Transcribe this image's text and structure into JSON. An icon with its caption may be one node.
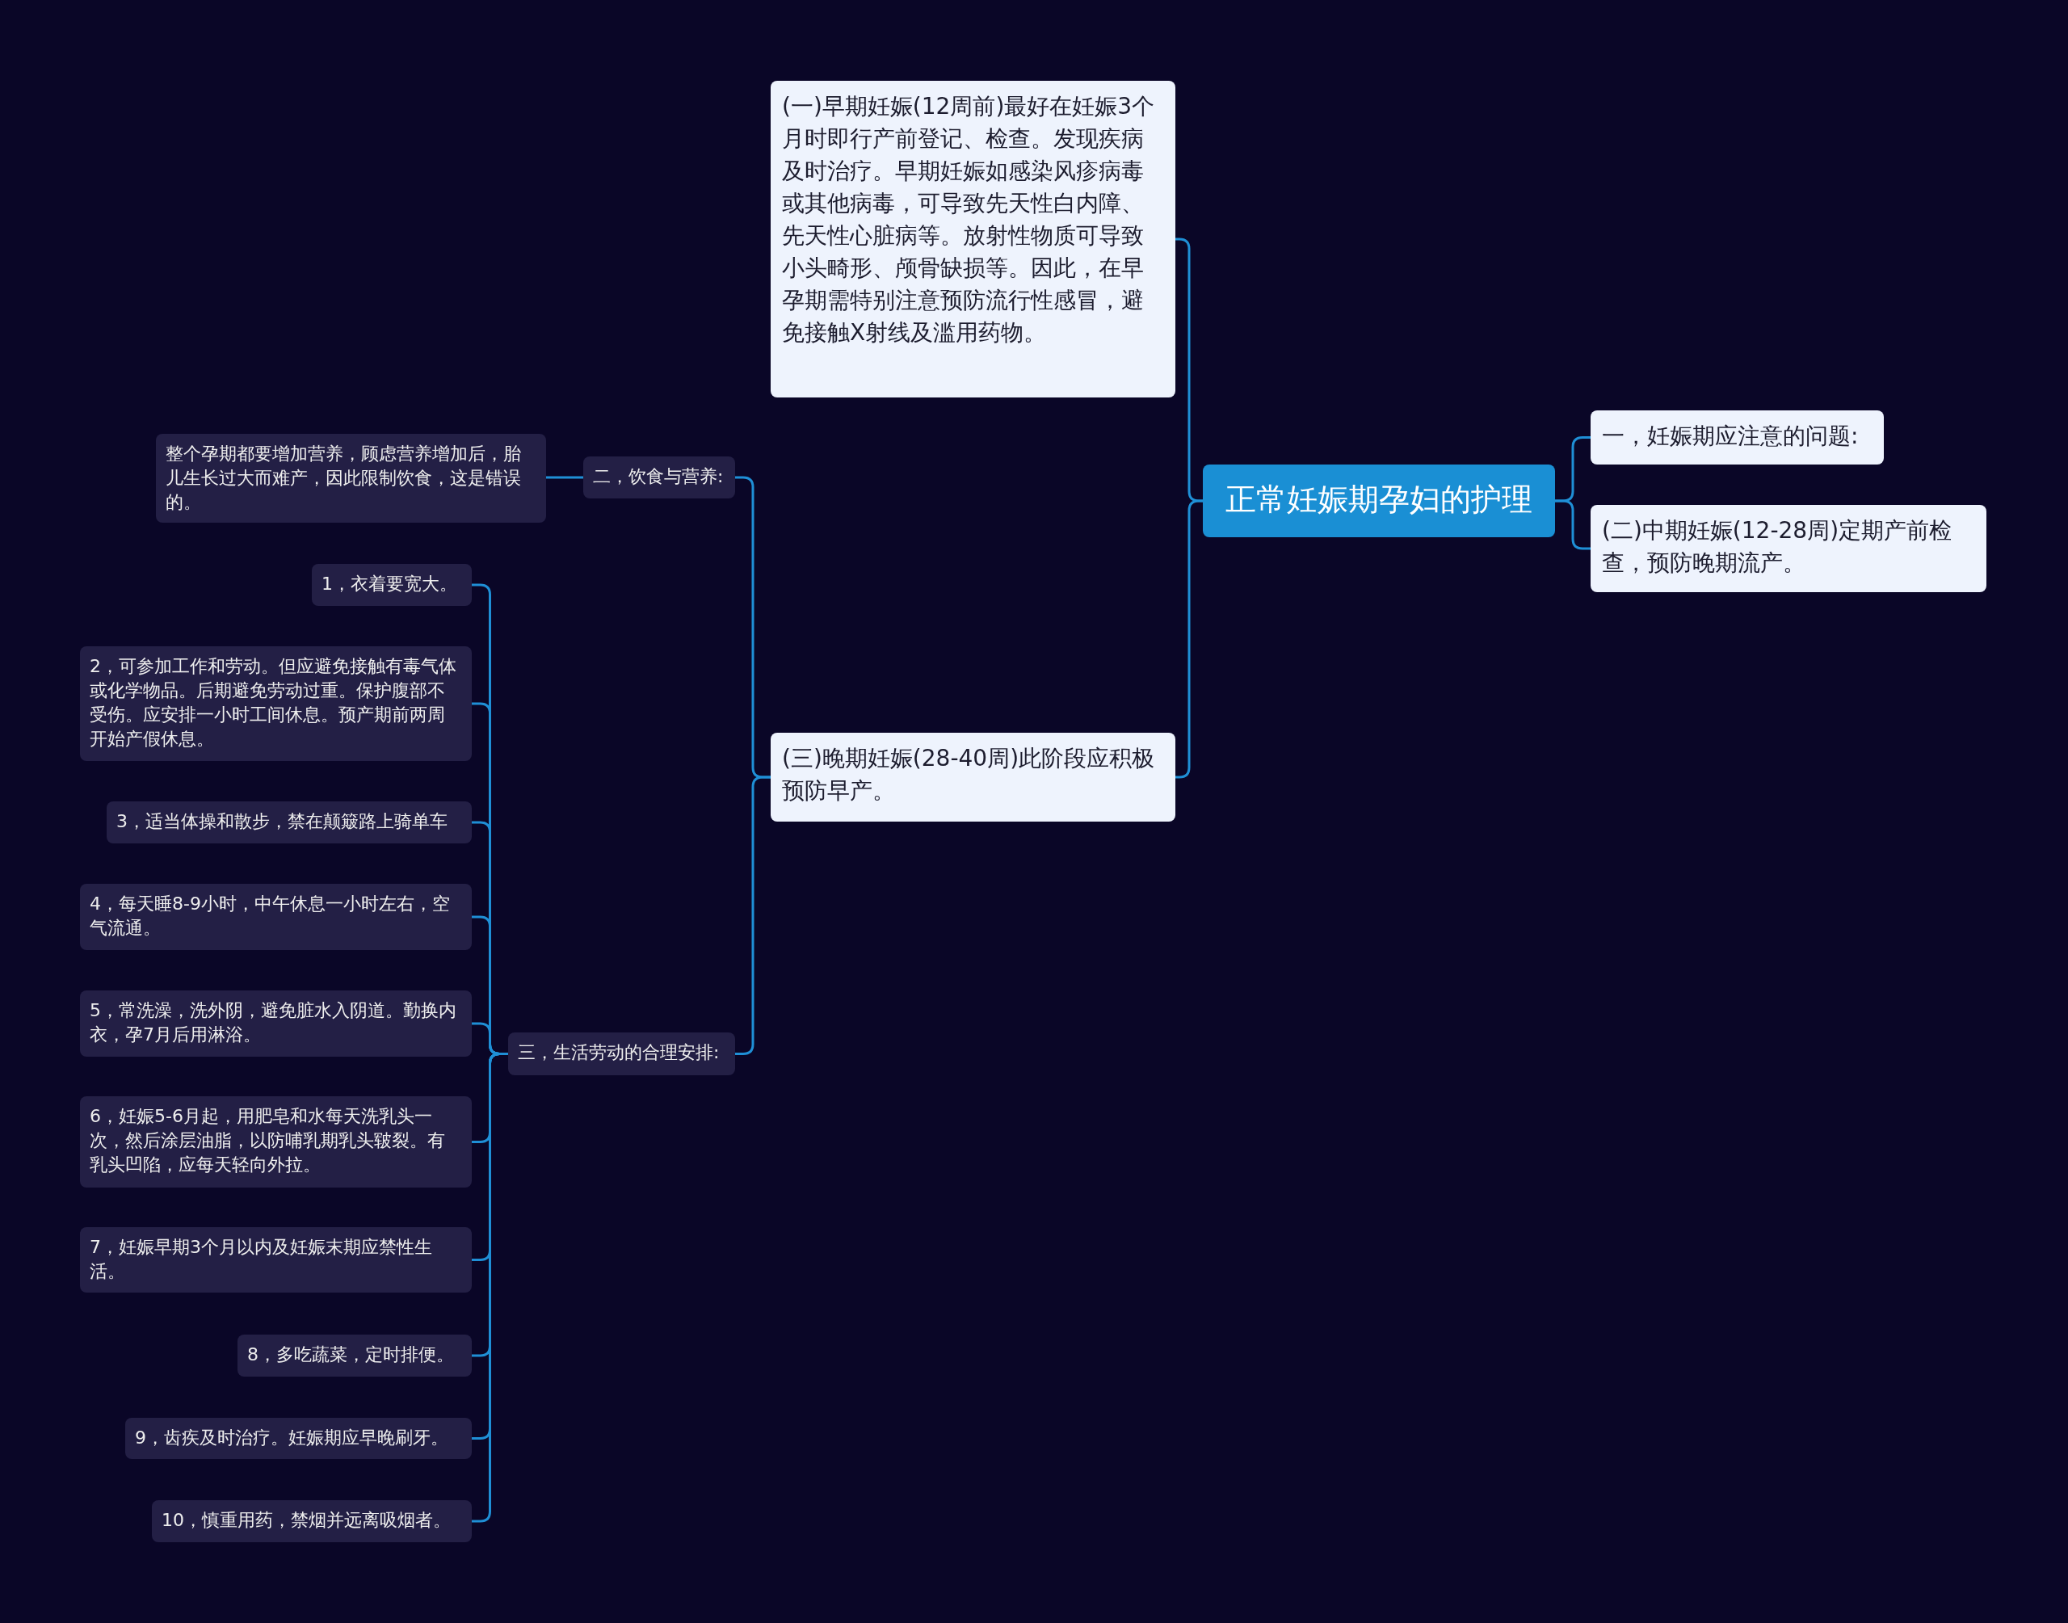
{
  "diagram": {
    "nodes": [
      {
        "text": [
          "正常妊娠期孕妇的护理"
        ]
      },
      {
        "text": [
          "(一)早期妊娠(12周前)最好在妊娠3个月时即行产前登记、检查。发现疾病及时治疗。早期妊娠如感染风疹病毒或其他病毒，可导致先天性白内障、先天性心脏病等。放射性物质可导致小头畸形、颅骨缺损等。因此，在早孕期需特别注意预防流行性感冒，避免接触X射线及滥用药物。"
        ]
      },
      {
        "text": [
          "一，妊娠期应注意的问题:"
        ]
      },
      {
        "text": [
          "(二)中期妊娠(12-28周)定期产前检查，预防晚期流产。"
        ]
      },
      {
        "text": [
          "(三)晚期妊娠(28-40周)此阶段应积极预防早产。"
        ]
      },
      {
        "text": [
          "二，饮食与营养:"
        ]
      },
      {
        "text": [
          "整个孕期都要增加营养，顾虑营养增加后，胎儿生长过大而难产，因此限制饮食，这是错误的。"
        ]
      },
      {
        "text": [
          "三，生活劳动的合理安排:"
        ]
      },
      {
        "text": [
          "1，衣着要宽大。"
        ]
      },
      {
        "text": [
          "2，可参加工作和劳动。但应避免接触有毒气体或化学物品。后期避免劳动过重。保护腹部不受伤。应安排一小时工间休息。预产期前两周开始产假休息。"
        ]
      },
      {
        "text": [
          "3，适当体操和散步，禁在颠簸路上骑单车"
        ]
      },
      {
        "text": [
          "4，每天睡8-9小时，中午休息一小时左右，空气流通。"
        ]
      },
      {
        "text": [
          "5，常洗澡，洗外阴，避免脏水入阴道。勤换内衣，孕7月后用淋浴。"
        ]
      },
      {
        "text": [
          "6，妊娠5-6月起，用肥皂和水每天洗乳头一次，然后涂层油脂，以防哺乳期乳头皲裂。有乳头凹陷，应每天轻向外拉。"
        ]
      },
      {
        "text": [
          "7，妊娠早期3个月以内及妊娠末期应禁性生活。"
        ]
      },
      {
        "text": [
          "8，多吃蔬菜，定时排便。"
        ]
      },
      {
        "text": [
          "9，齿疾及时治疗。妊娠期应早晚刷牙。"
        ]
      },
      {
        "text": [
          "10，慎重用药，禁烟并远离吸烟者。"
        ]
      }
    ],
    "edges": [
      {
        "from": 0,
        "to": 1,
        "arrow": "none"
      },
      {
        "from": 0,
        "to": 2,
        "arrow": "none"
      },
      {
        "from": 0,
        "to": 3,
        "arrow": "none"
      },
      {
        "from": 0,
        "to": 4,
        "arrow": "none"
      },
      {
        "from": 4,
        "to": 5,
        "arrow": "none"
      },
      {
        "from": 5,
        "to": 6,
        "arrow": "none"
      },
      {
        "from": 4,
        "to": 7,
        "arrow": "none"
      },
      {
        "from": 7,
        "to": 8,
        "arrow": "none"
      },
      {
        "from": 7,
        "to": 9,
        "arrow": "none"
      },
      {
        "from": 7,
        "to": 10,
        "arrow": "none"
      },
      {
        "from": 7,
        "to": 11,
        "arrow": "none"
      },
      {
        "from": 7,
        "to": 12,
        "arrow": "none"
      },
      {
        "from": 7,
        "to": 13,
        "arrow": "none"
      },
      {
        "from": 7,
        "to": 14,
        "arrow": "none"
      },
      {
        "from": 7,
        "to": 15,
        "arrow": "none"
      },
      {
        "from": 7,
        "to": 16,
        "arrow": "none"
      },
      {
        "from": 7,
        "to": 17,
        "arrow": "none"
      }
    ]
  }
}
